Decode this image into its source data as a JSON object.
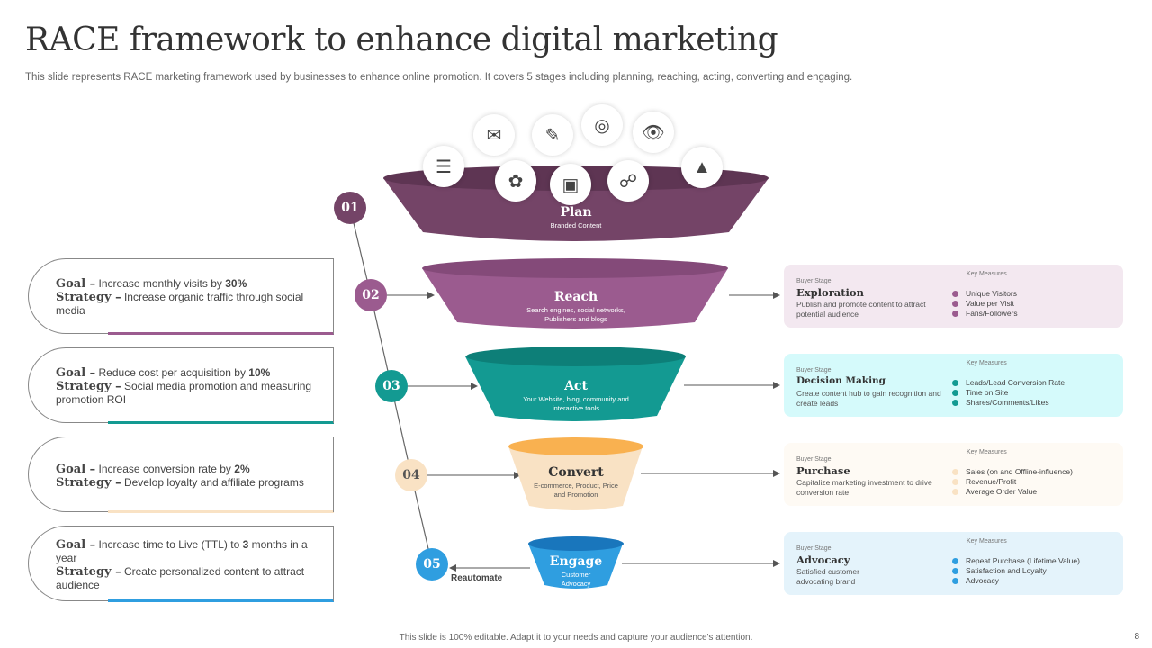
{
  "title": "RACE framework to enhance digital marketing",
  "subtitle": "This slide represents RACE marketing framework used by businesses to enhance online promotion. It covers 5 stages including planning, reaching, acting, converting and engaging.",
  "colors": {
    "plan": "#744467",
    "reach": "#9b5b8f",
    "act": "#139a92",
    "convert": "#f9e2c4",
    "engage": "#2f9ee0",
    "connector": "#666666"
  },
  "goals": [
    {
      "goal_label": "Goal –",
      "goal_text": "Increase monthly visits by ",
      "goal_bold": "30%",
      "strategy_label": "Strategy –",
      "strategy_text": "Increase organic traffic through social media",
      "accent": "#9b5b8f"
    },
    {
      "goal_label": "Goal –",
      "goal_text": "Reduce cost per acquisition by ",
      "goal_bold": "10%",
      "strategy_label": "Strategy –",
      "strategy_text": "Social media promotion and measuring promotion ROI",
      "accent": "#139a92"
    },
    {
      "goal_label": "Goal –",
      "goal_text": "Increase conversion rate by ",
      "goal_bold": "2%",
      "strategy_label": "Strategy –",
      "strategy_text": "Develop loyalty and affiliate programs",
      "accent": "#f9e2c4"
    },
    {
      "goal_label": "Goal –",
      "goal_text": "Increase time to Live (TTL) to ",
      "goal_bold": "3",
      "goal_text2": " months in a year",
      "strategy_label": "Strategy –",
      "strategy_text": "Create personalized content to attract audience",
      "accent": "#2f9ee0"
    }
  ],
  "stages": [
    {
      "num": "01",
      "title": "Plan",
      "desc": "Branded Content"
    },
    {
      "num": "02",
      "title": "Reach",
      "desc": "Search engines, social networks, Publishers and blogs"
    },
    {
      "num": "03",
      "title": "Act",
      "desc": "Your Website, blog, community and interactive tools"
    },
    {
      "num": "04",
      "title": "Convert",
      "desc": "E-commerce, Product, Price and Promotion"
    },
    {
      "num": "05",
      "title": "Engage",
      "desc": "Customer Advocacy"
    }
  ],
  "reautomate": "Reautomate",
  "icons": [
    "envelope-icon",
    "puzzle-icon",
    "target-icon",
    "eye-icon",
    "checklist-icon",
    "brain-icon",
    "presentation-icon",
    "network-icon",
    "growth-chart-icon"
  ],
  "measures": [
    {
      "stage_label": "Buyer Stage",
      "stage": "Exploration",
      "desc": "Publish and promote content to attract potential audience",
      "key_label": "Key Measures",
      "items": [
        "Unique Visitors",
        "Value per Visit",
        "Fans/Followers"
      ]
    },
    {
      "stage_label": "Buyer Stage",
      "stage": "Decision Making",
      "desc": "Create content hub to gain recognition and create leads",
      "key_label": "Key Measures",
      "items": [
        "Leads/Lead Conversion Rate",
        "Time on Site",
        "Shares/Comments/Likes"
      ]
    },
    {
      "stage_label": "Buyer Stage",
      "stage": "Purchase",
      "desc": "Capitalize marketing investment to drive conversion rate",
      "key_label": "Key Measures",
      "items": [
        "Sales (on and Offline-influence)",
        "Revenue/Profit",
        "Average Order Value"
      ]
    },
    {
      "stage_label": "Buyer Stage",
      "stage": "Advocacy",
      "desc": "Satisfied customer advocating brand",
      "key_label": "Key Measures",
      "items": [
        "Repeat Purchase (Lifetime Value)",
        "Satisfaction and Loyalty",
        "Advocacy"
      ]
    }
  ],
  "footer": "This slide is 100% editable.  Adapt it to your needs and capture your audience's attention.",
  "page_number": "8"
}
